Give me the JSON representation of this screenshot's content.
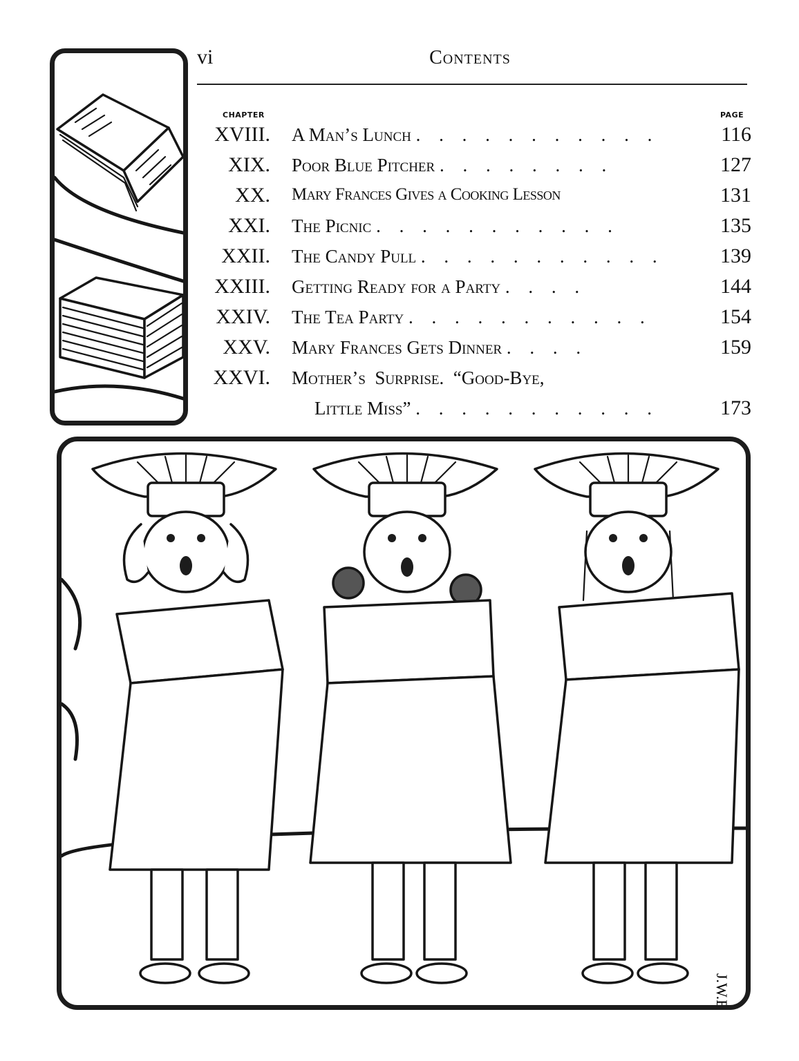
{
  "header": {
    "page_number": "vi",
    "title": "Contents"
  },
  "labels": {
    "chapter": "CHAPTER",
    "page": "PAGE"
  },
  "toc": [
    {
      "num": "XVIII.",
      "title": "A Man’s Lunch",
      "leader": ". . . . . . . . . . .",
      "page": "116"
    },
    {
      "num": "XIX.",
      "title": "Poor Blue Pitcher",
      "leader": ". . . . . . . .",
      "page": "127"
    },
    {
      "num": "XX.",
      "title": "Mary Frances Gives a Cooking Lesson",
      "leader": "",
      "page": "131"
    },
    {
      "num": "XXI.",
      "title": "The Picnic",
      "leader": ". . . . . . . . . . .",
      "page": "135"
    },
    {
      "num": "XXII.",
      "title": "The Candy Pull",
      "leader": ". . . . . . . . . . .",
      "page": "139"
    },
    {
      "num": "XXIII.",
      "title": "Getting Ready for a Party",
      "leader": ". . . .",
      "page": "144"
    },
    {
      "num": "XXIV.",
      "title": "The Tea Party",
      "leader": ". . . . . . . . . . .",
      "page": "154"
    },
    {
      "num": "XXV.",
      "title": "Mary Frances Gets Dinner",
      "leader": ". . . .",
      "page": "159"
    },
    {
      "num": "XXVI.",
      "title": "Mother’s  Surprise.  “Good-Bye,",
      "title_line2": "Little Miss”",
      "leader": ". . . . . . . . . . .",
      "page": "173"
    }
  ],
  "illustration": {
    "monogram": "J.W.B."
  }
}
